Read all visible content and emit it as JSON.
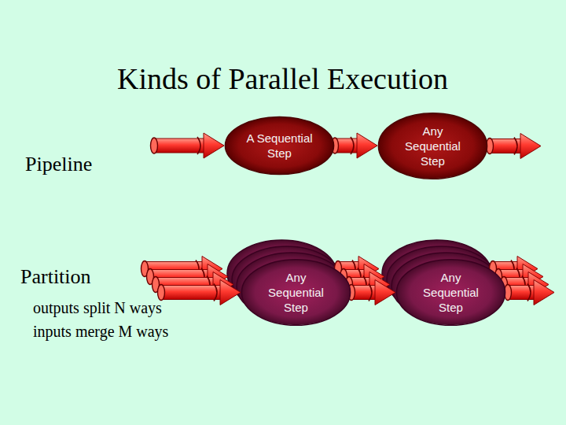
{
  "diagram": {
    "title": "Kinds of Parallel Execution",
    "nodes": [
      {
        "text": [
          "A Sequential Step"
        ]
      },
      {
        "text": [
          "Any Sequential Step"
        ]
      },
      {
        "text": [
          "Any Sequential Step"
        ]
      },
      {
        "text": [
          "Any Sequential Step"
        ]
      }
    ],
    "edges": [
      {
        "from": 0,
        "to": 1,
        "arrow": "to"
      },
      {
        "from": 2,
        "to": 3,
        "arrow": "to"
      }
    ],
    "labels": [
      "Pipeline",
      "Partition",
      "outputs split N ways",
      "inputs merge M ways"
    ]
  }
}
